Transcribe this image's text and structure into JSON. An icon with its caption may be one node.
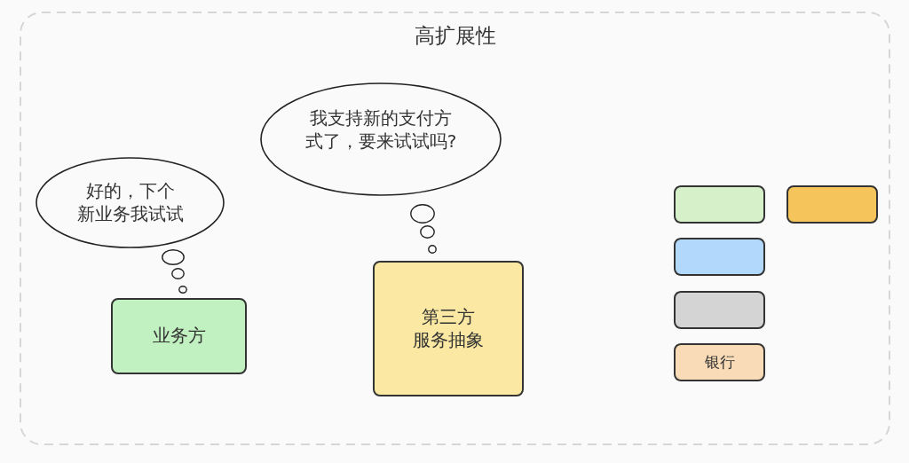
{
  "diagram": {
    "nodes": [
      {
        "text": [
          "高扩展性"
        ]
      },
      {
        "text": [
          "好的，下个新业务我试试"
        ],
        "in": 0
      },
      {
        "text": [
          "业务方"
        ],
        "in": 0
      },
      {
        "text": [
          "我支持新的支付方式了，要来试试吗?"
        ],
        "in": 0
      },
      {
        "text": [
          "第三方服务抽象"
        ],
        "in": 0
      },
      {
        "text": [],
        "shape": "box",
        "in": 0
      },
      {
        "text": [],
        "shape": "box",
        "in": 0
      },
      {
        "text": [],
        "shape": "box",
        "in": 0
      },
      {
        "text": [],
        "shape": "box",
        "in": 0
      },
      {
        "text": [
          "银行"
        ],
        "in": 0
      }
    ]
  }
}
